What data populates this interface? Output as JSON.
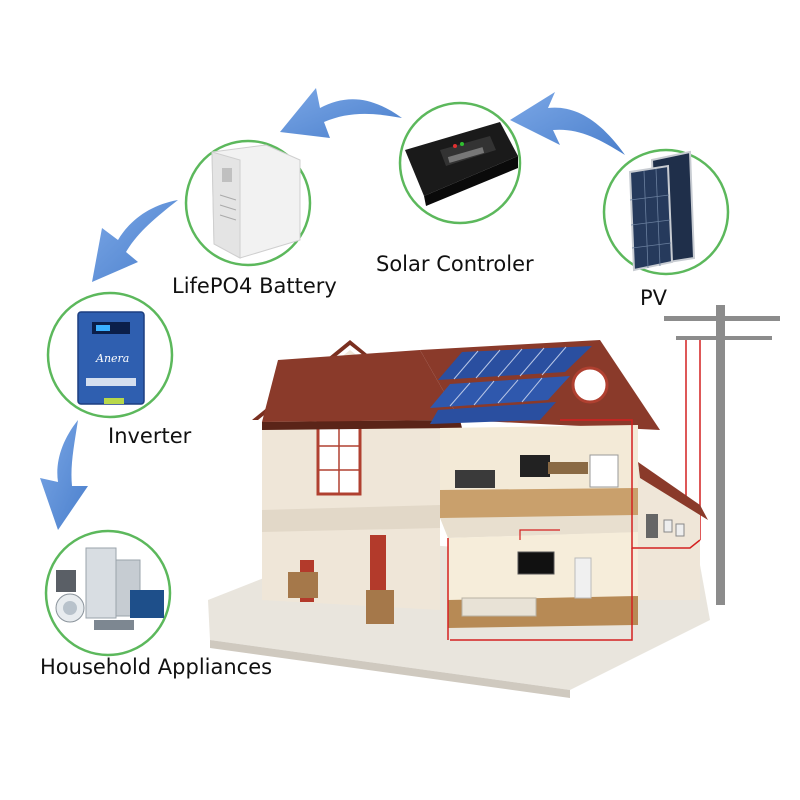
{
  "labels": {
    "pv": "PV",
    "solar_controller": "Solar Controler",
    "battery": "LifePO4 Battery",
    "inverter": "Inverter",
    "appliances": "Household Appliances"
  },
  "inverter_logo": "Anera",
  "colors": {
    "arrow": "#5b8fd6",
    "circle_border": "#5cb85c",
    "roof": "#8a3a2a",
    "wall": "#efe6d8",
    "panel": "#2a4fa0",
    "wire": "#d42020"
  }
}
